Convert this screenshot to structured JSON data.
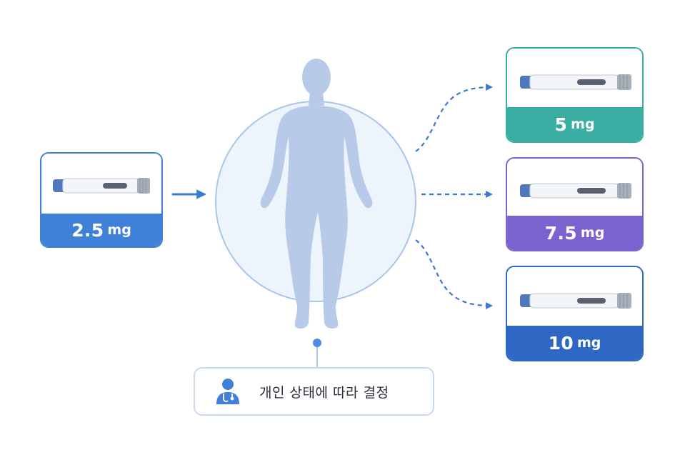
{
  "colors": {
    "start": "#3f80d8",
    "teal": "#3aaea3",
    "purple": "#7a63cf",
    "navy": "#2f68c4",
    "arrow": "#3a79d4",
    "silhouette": "#b7cbe8",
    "circle_fill": "#eef4fc",
    "circle_stroke": "#a9c6ea"
  },
  "start_dose": {
    "value": "2.5",
    "unit": "mg"
  },
  "options": [
    {
      "value": "5",
      "unit": "mg"
    },
    {
      "value": "7.5",
      "unit": "mg"
    },
    {
      "value": "10",
      "unit": "mg"
    }
  ],
  "caption": {
    "text": "개인 상태에 따라 결정",
    "icon": "doctor-icon"
  },
  "icons": {
    "pen": "injection-pen-icon",
    "body": "human-body-icon"
  }
}
